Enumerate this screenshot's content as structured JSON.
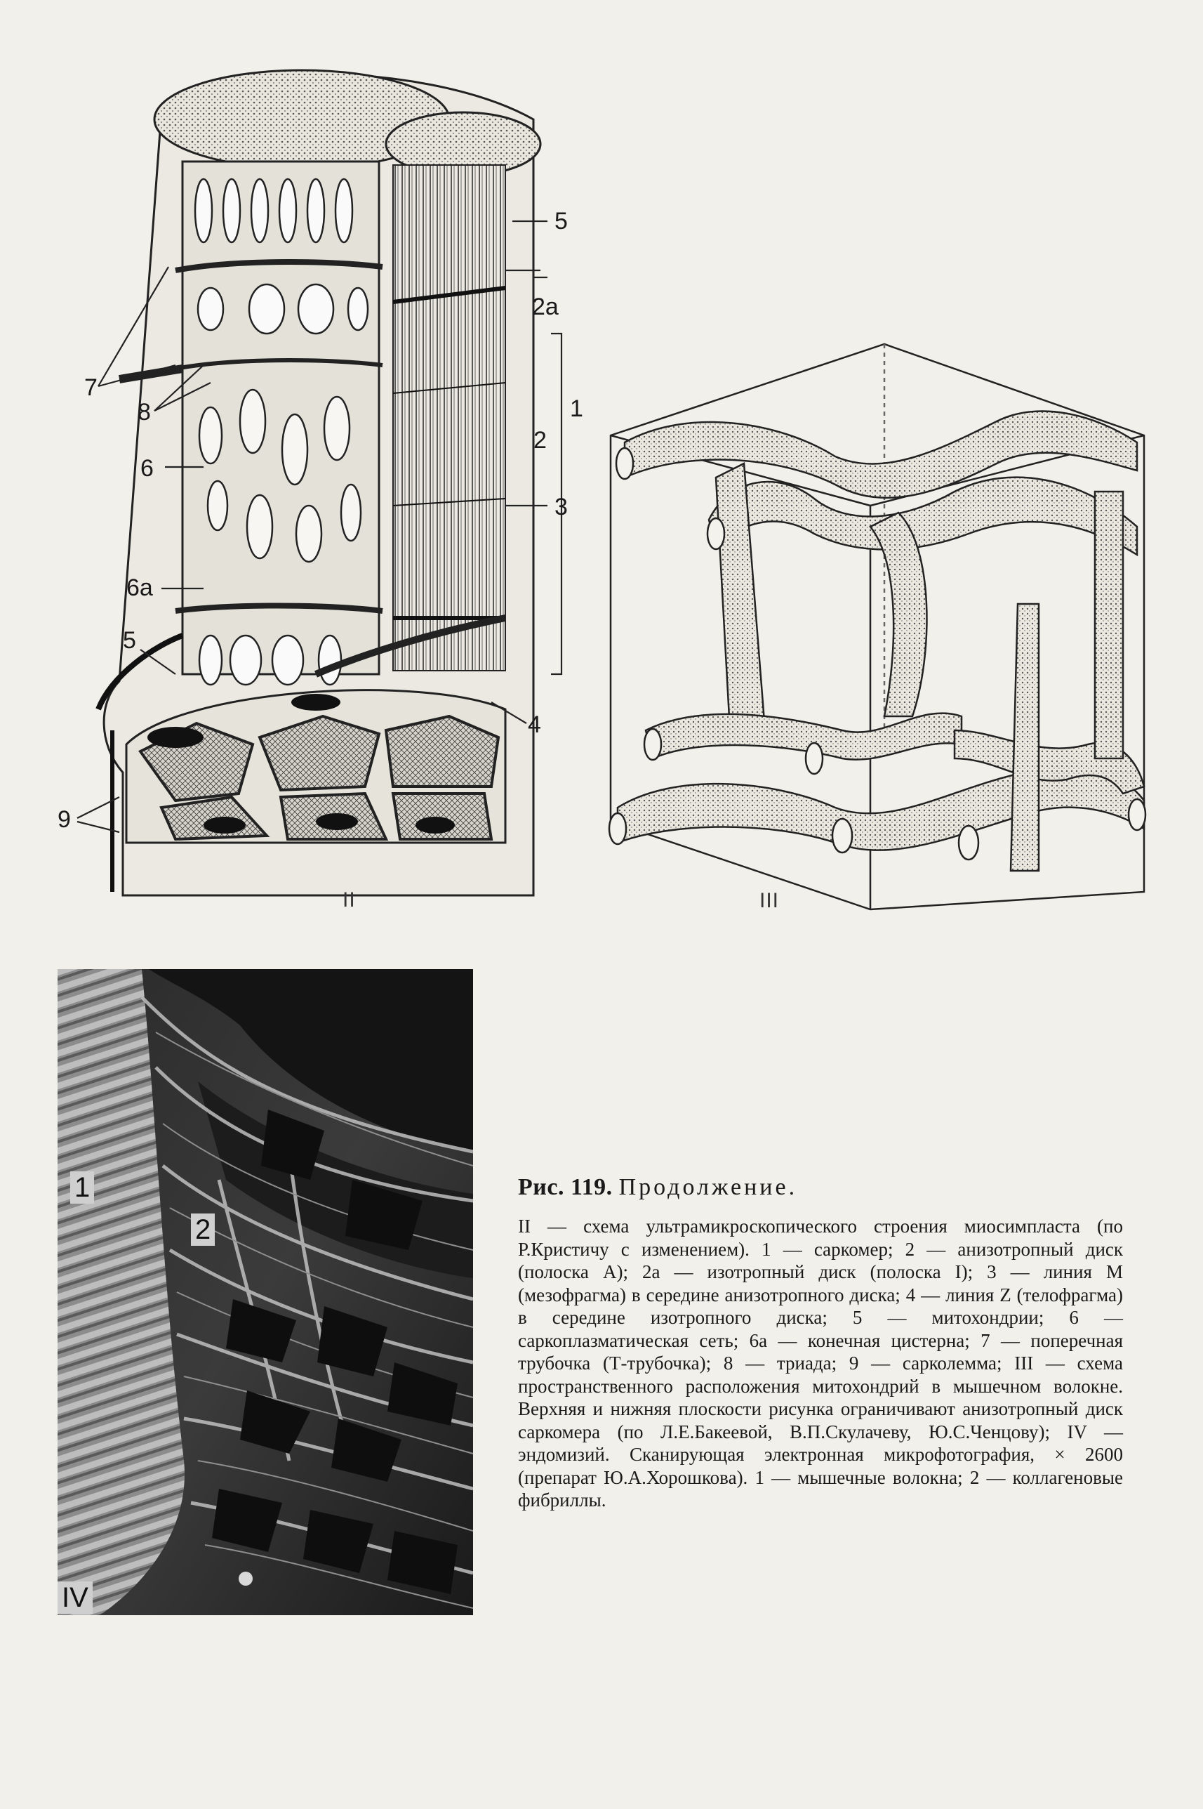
{
  "figure_ii": {
    "roman": "II",
    "labels": {
      "l5_top": "5",
      "l2a": "2а",
      "l7": "7",
      "l8": "8",
      "l1": "1",
      "l2": "2",
      "l6": "6",
      "l3": "3",
      "l6a": "6а",
      "l5_bottom": "5",
      "l4": "4",
      "l9": "9"
    }
  },
  "figure_iii": {
    "roman": "III"
  },
  "figure_iv": {
    "roman": "IV",
    "labels": {
      "l1": "1",
      "l2": "2"
    }
  },
  "caption": {
    "figure_number": "Рис. 119.",
    "title_word": "Продолжение.",
    "body": "II — схема ультрамикроскопического строения миосимпласта (по Р.Кристичу с изменением). 1 — саркомер; 2 — анизотропный диск (полоска А); 2а — изотропный диск (полоска I); 3 — линия М (мезофрагма) в середине анизотропного диска; 4 — линия Z (телофрагма) в середине изотропного диска; 5 — митохондрии; 6 — саркоплазматическая сеть; 6а — конечная цистерна; 7 — поперечная трубочка (Т-трубочка); 8 — триада; 9 — сарколемма; III — схема пространственного расположения митохондрий в мышечном волокне. Верхняя и нижняя плоскости рисунка ограничивают анизотропный диск саркомера (по Л.Е.Бакеевой, В.П.Скулачеву, Ю.С.Ченцову); IV — эндомизий. Сканирующая электронная микрофотография, × 2600 (препарат Ю.А.Хорошкова). 1 — мышечные волокна; 2 — коллагеновые фибриллы."
  }
}
